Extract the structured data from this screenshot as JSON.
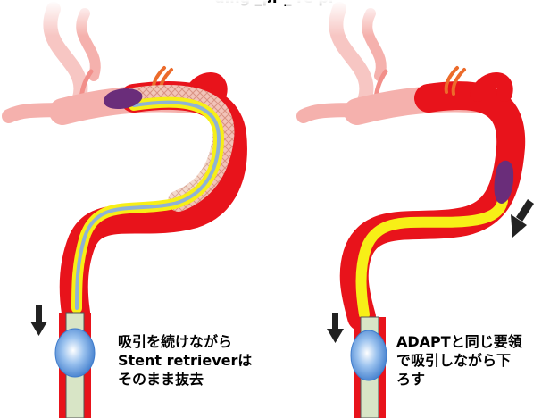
{
  "header": {
    "cropped_text": "ding       _pr          _          re      pr"
  },
  "panels": {
    "left": {
      "caption_lines": [
        "吸引を続けながら",
        "Stent retrieverは",
        "そのまま抜去"
      ]
    },
    "right": {
      "caption_lines": [
        "ADAPTと同じ要領",
        "で吸引しながら下",
        "ろす"
      ]
    }
  },
  "colors": {
    "vessel_red": "#e8131b",
    "vessel_pink": "#f5b1ad",
    "catheter_yellow": "#f7ef17",
    "guidewire_blue": "#8fb2d6",
    "thrombus_purple": "#6a2d7a",
    "balloon_blue": "#5d93d8",
    "tube_green": "#d8e5c6",
    "branch_orange": "#ec6b2b",
    "arrow_black": "#222222"
  },
  "icons": [
    "down-arrow-icon",
    "down-arrow-icon",
    "down-arrow-icon"
  ]
}
